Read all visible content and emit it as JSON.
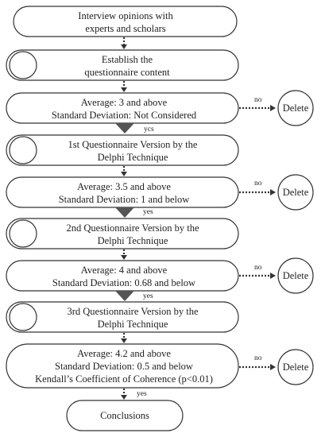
{
  "steps": [
    {
      "lines": [
        "Interview opinions with",
        "experts and scholars"
      ]
    },
    {
      "lines": [
        "Establish the",
        "questionnaire content"
      ]
    },
    {
      "lines": [
        "Average: 3 and above",
        "Standard Deviation: Not Considered"
      ]
    },
    {
      "lines": [
        "1st Questionnaire Version by the",
        "Delphi Technique"
      ]
    },
    {
      "lines": [
        "Average: 3.5 and above",
        "Standard Deviation: 1 and below"
      ]
    },
    {
      "lines": [
        "2nd Questionnaire Version by the",
        "Delphi Technique"
      ]
    },
    {
      "lines": [
        "Average: 4 and above",
        "Standard Deviation: 0.68 and below"
      ]
    },
    {
      "lines": [
        "3rd Questionnaire Version by the",
        "Delphi Technique"
      ]
    },
    {
      "lines": [
        "Average: 4.2 and above",
        "Standard Deviation: 0.5 and below",
        "Kendall’s Coefficient of Coherence (p<0.01)"
      ]
    },
    {
      "lines": [
        "Conclusions"
      ]
    }
  ],
  "labels": {
    "no": "no",
    "yes_first": "ycs",
    "yes": "yes",
    "delete": "Delete"
  }
}
